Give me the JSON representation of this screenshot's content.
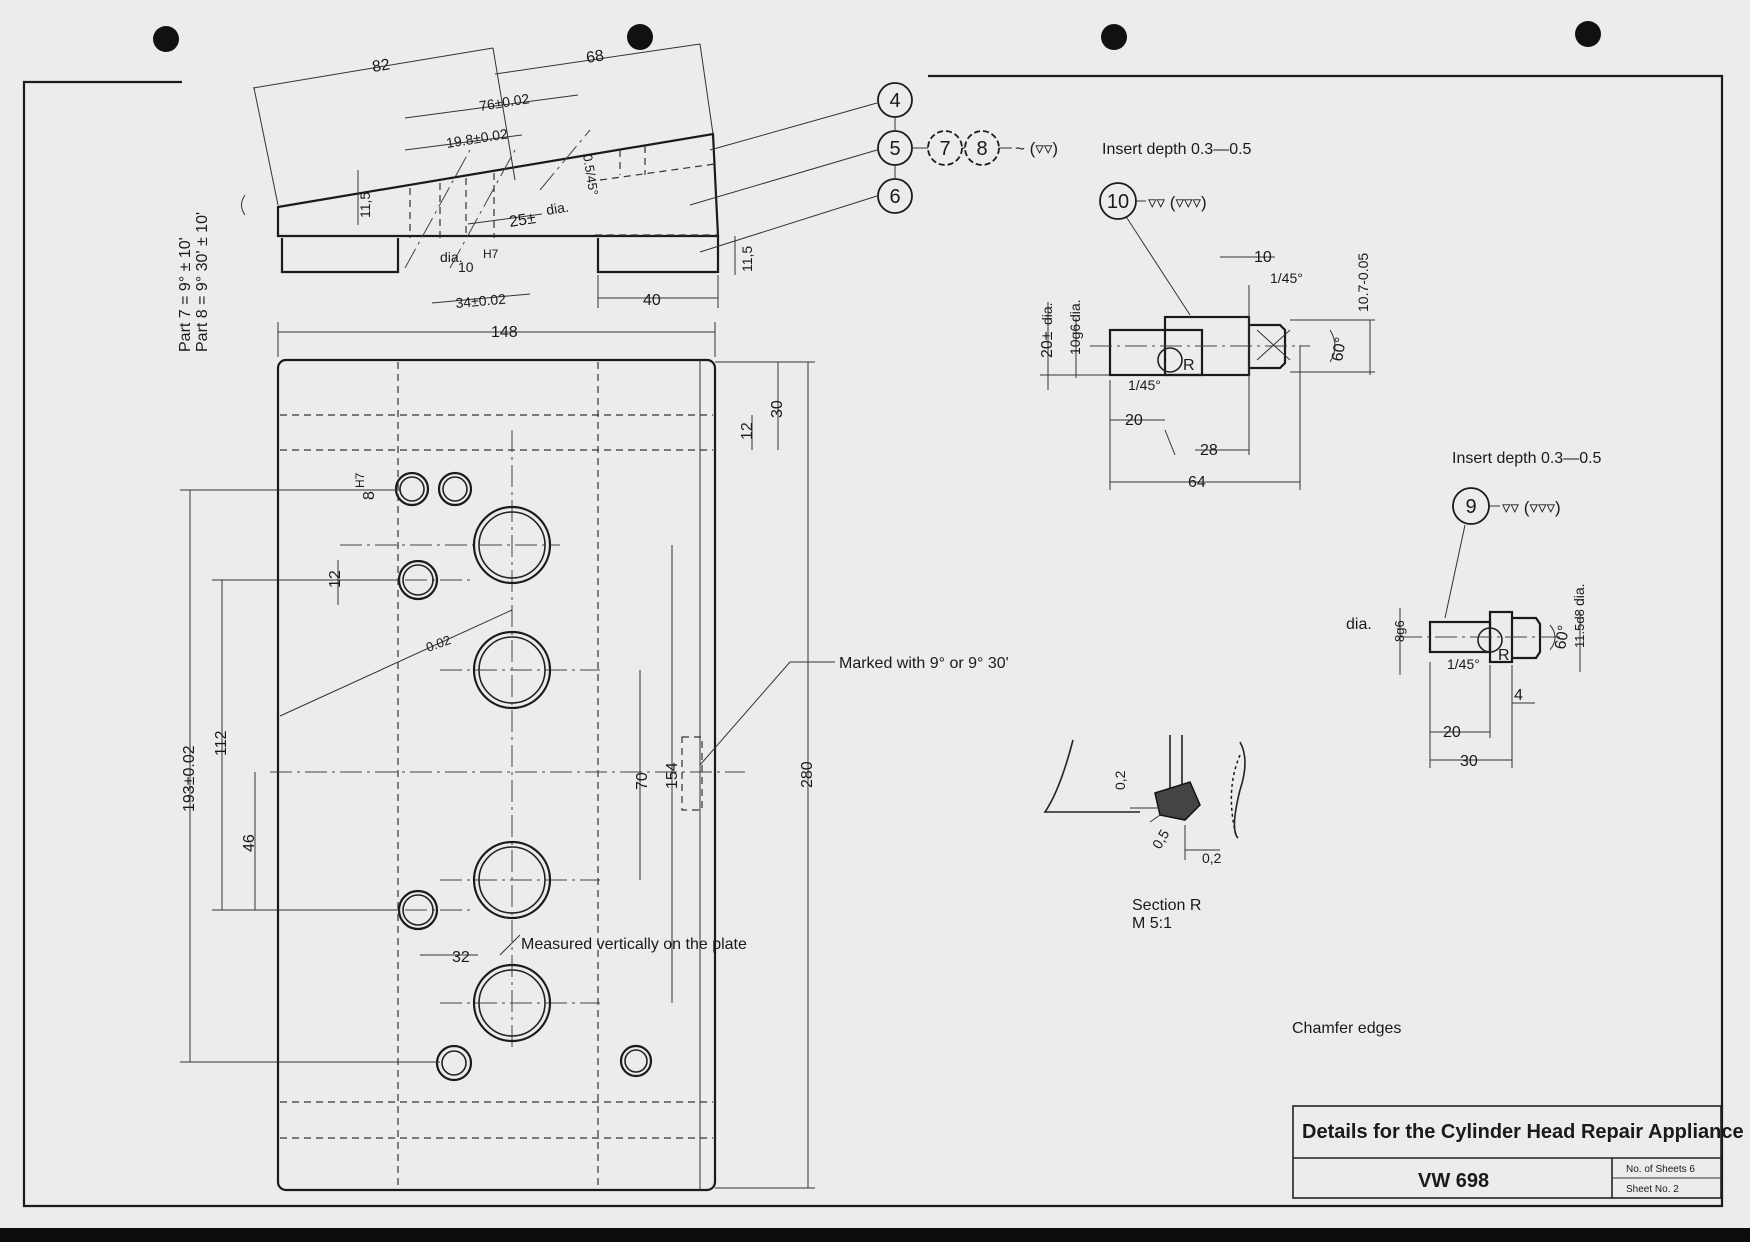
{
  "title_block": {
    "title": "Details for the Cylinder Head Repair Appliance",
    "part_number": "VW 698",
    "sheets_label": "No. of Sheets 6",
    "sheet_label": "Sheet No. 2"
  },
  "notes": {
    "angle_note_1": "Part 7 = 9° ± 10'",
    "angle_note_2": "Part 8 = 9° 30' ± 10'",
    "marked_note": "Marked with 9° or 9° 30'",
    "measured_note": "Measured vertically on the plate",
    "insert_depth_top": "Insert depth 0.3—0.5",
    "insert_depth_right": "Insert depth 0.3—0.5",
    "section_title": "Section R",
    "section_scale": "M 5:1",
    "chamfer_note": "Chamfer edges"
  },
  "balloons": {
    "b4": "4",
    "b5": "5",
    "b6": "6",
    "b7": "7",
    "b8": "8",
    "b9": "9",
    "b10": "10",
    "surf_78": "~ (▿▿)",
    "surf_10": "▿▿ (▿▿▿)",
    "surf_9": "▿▿ (▿▿▿)"
  },
  "dims_wedge": {
    "d82": "82",
    "d68": "68",
    "d76": "76±0.02",
    "d198": "19.8±0.02",
    "d05": "0.5/45°",
    "d25": "25±",
    "dia_a": "dia.",
    "dia_b": "dia.",
    "h7": "H7",
    "d10": "10",
    "d11_5": "11,5",
    "d34": "34±0.02",
    "d40": "40",
    "d11_5b": "11,5"
  },
  "dims_plate": {
    "d148": "148",
    "d30": "30",
    "d12a": "12",
    "h7": "H7",
    "d8": "8",
    "d12b": "12",
    "d002": "0.02",
    "d193": "193±0.02",
    "d112": "112",
    "d46": "46",
    "d70": "70",
    "d154": "154",
    "d280": "280",
    "d32": "32"
  },
  "dims_pin10": {
    "d10": "10",
    "d145a": "1/45°",
    "d107": "10.7-0.05",
    "dia_a": "dia.",
    "dia_b": "dia.",
    "d20": "20±",
    "d10g6": "10g6",
    "dR": "R",
    "d60": "60°",
    "d145b": "1/45°",
    "d20b": "20",
    "d28": "28",
    "d64": "64"
  },
  "dims_pin9": {
    "dia": "dia.",
    "d8g6": "8g6",
    "dR": "R",
    "d60": "60°",
    "dia_b": "dia.",
    "d115": "11.5d8",
    "d145": "1/45°",
    "d4": "4",
    "d20": "20",
    "d30": "30"
  },
  "dims_section": {
    "d02a": "0,2",
    "d05": "0,5",
    "d02b": "0,2"
  }
}
